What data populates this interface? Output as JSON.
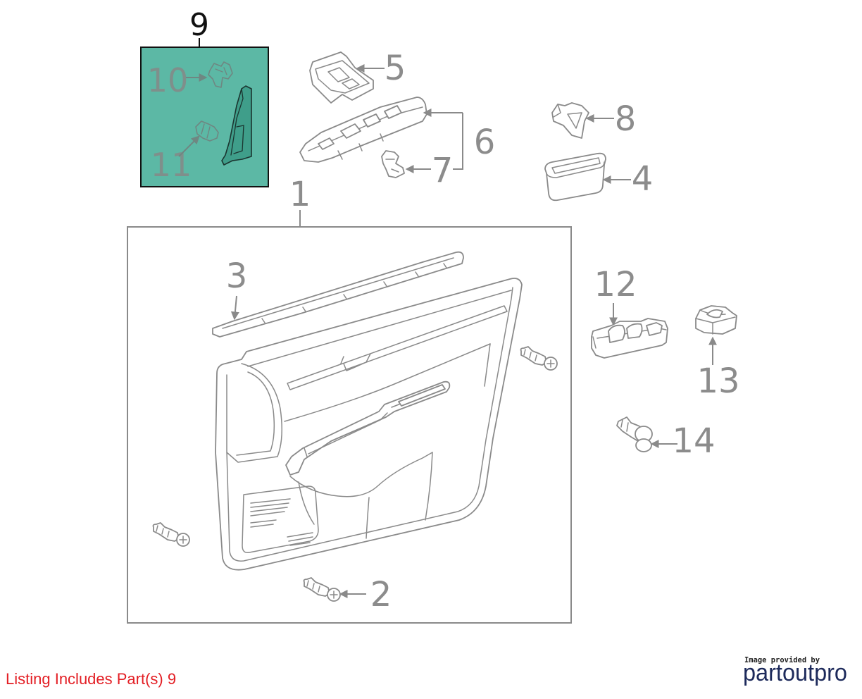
{
  "diagram": {
    "callouts": {
      "p1": "1",
      "p2": "2",
      "p3": "3",
      "p4": "4",
      "p5": "5",
      "p6": "6",
      "p7": "7",
      "p8": "8",
      "p9": "9",
      "p10": "10",
      "p11": "11",
      "p12": "12",
      "p13": "13",
      "p14": "14"
    }
  },
  "footer": {
    "listing_text": "Listing Includes Part(s) 9"
  },
  "credit": {
    "provided_by": "Image provided by",
    "brand": "partoutpro"
  },
  "colors": {
    "highlight_fill": "#5cb8a5",
    "highlight_part": "#3f9e8a",
    "callout_text": "#8c8c8c",
    "highlighted_callout_text": "#111111",
    "listing_text": "#e31e24",
    "brand": "#1d2a5b"
  }
}
